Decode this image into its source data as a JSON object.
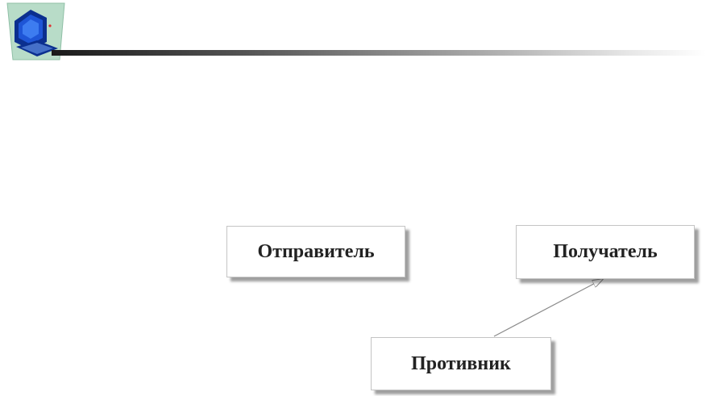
{
  "nodes": {
    "sender": "Отправитель",
    "receiver": "Получатель",
    "adversary": "Противник"
  },
  "edges": [
    {
      "from": "adversary",
      "to": "receiver"
    }
  ],
  "colors": {
    "logo_frame": "#b8dcc8",
    "monitor_body": "#0b2f8f",
    "monitor_screen": "#1e55d6",
    "box_border": "#c4c4c4",
    "arrow": "#8a8a8a"
  },
  "icons": {
    "logo": "computer-icon"
  }
}
